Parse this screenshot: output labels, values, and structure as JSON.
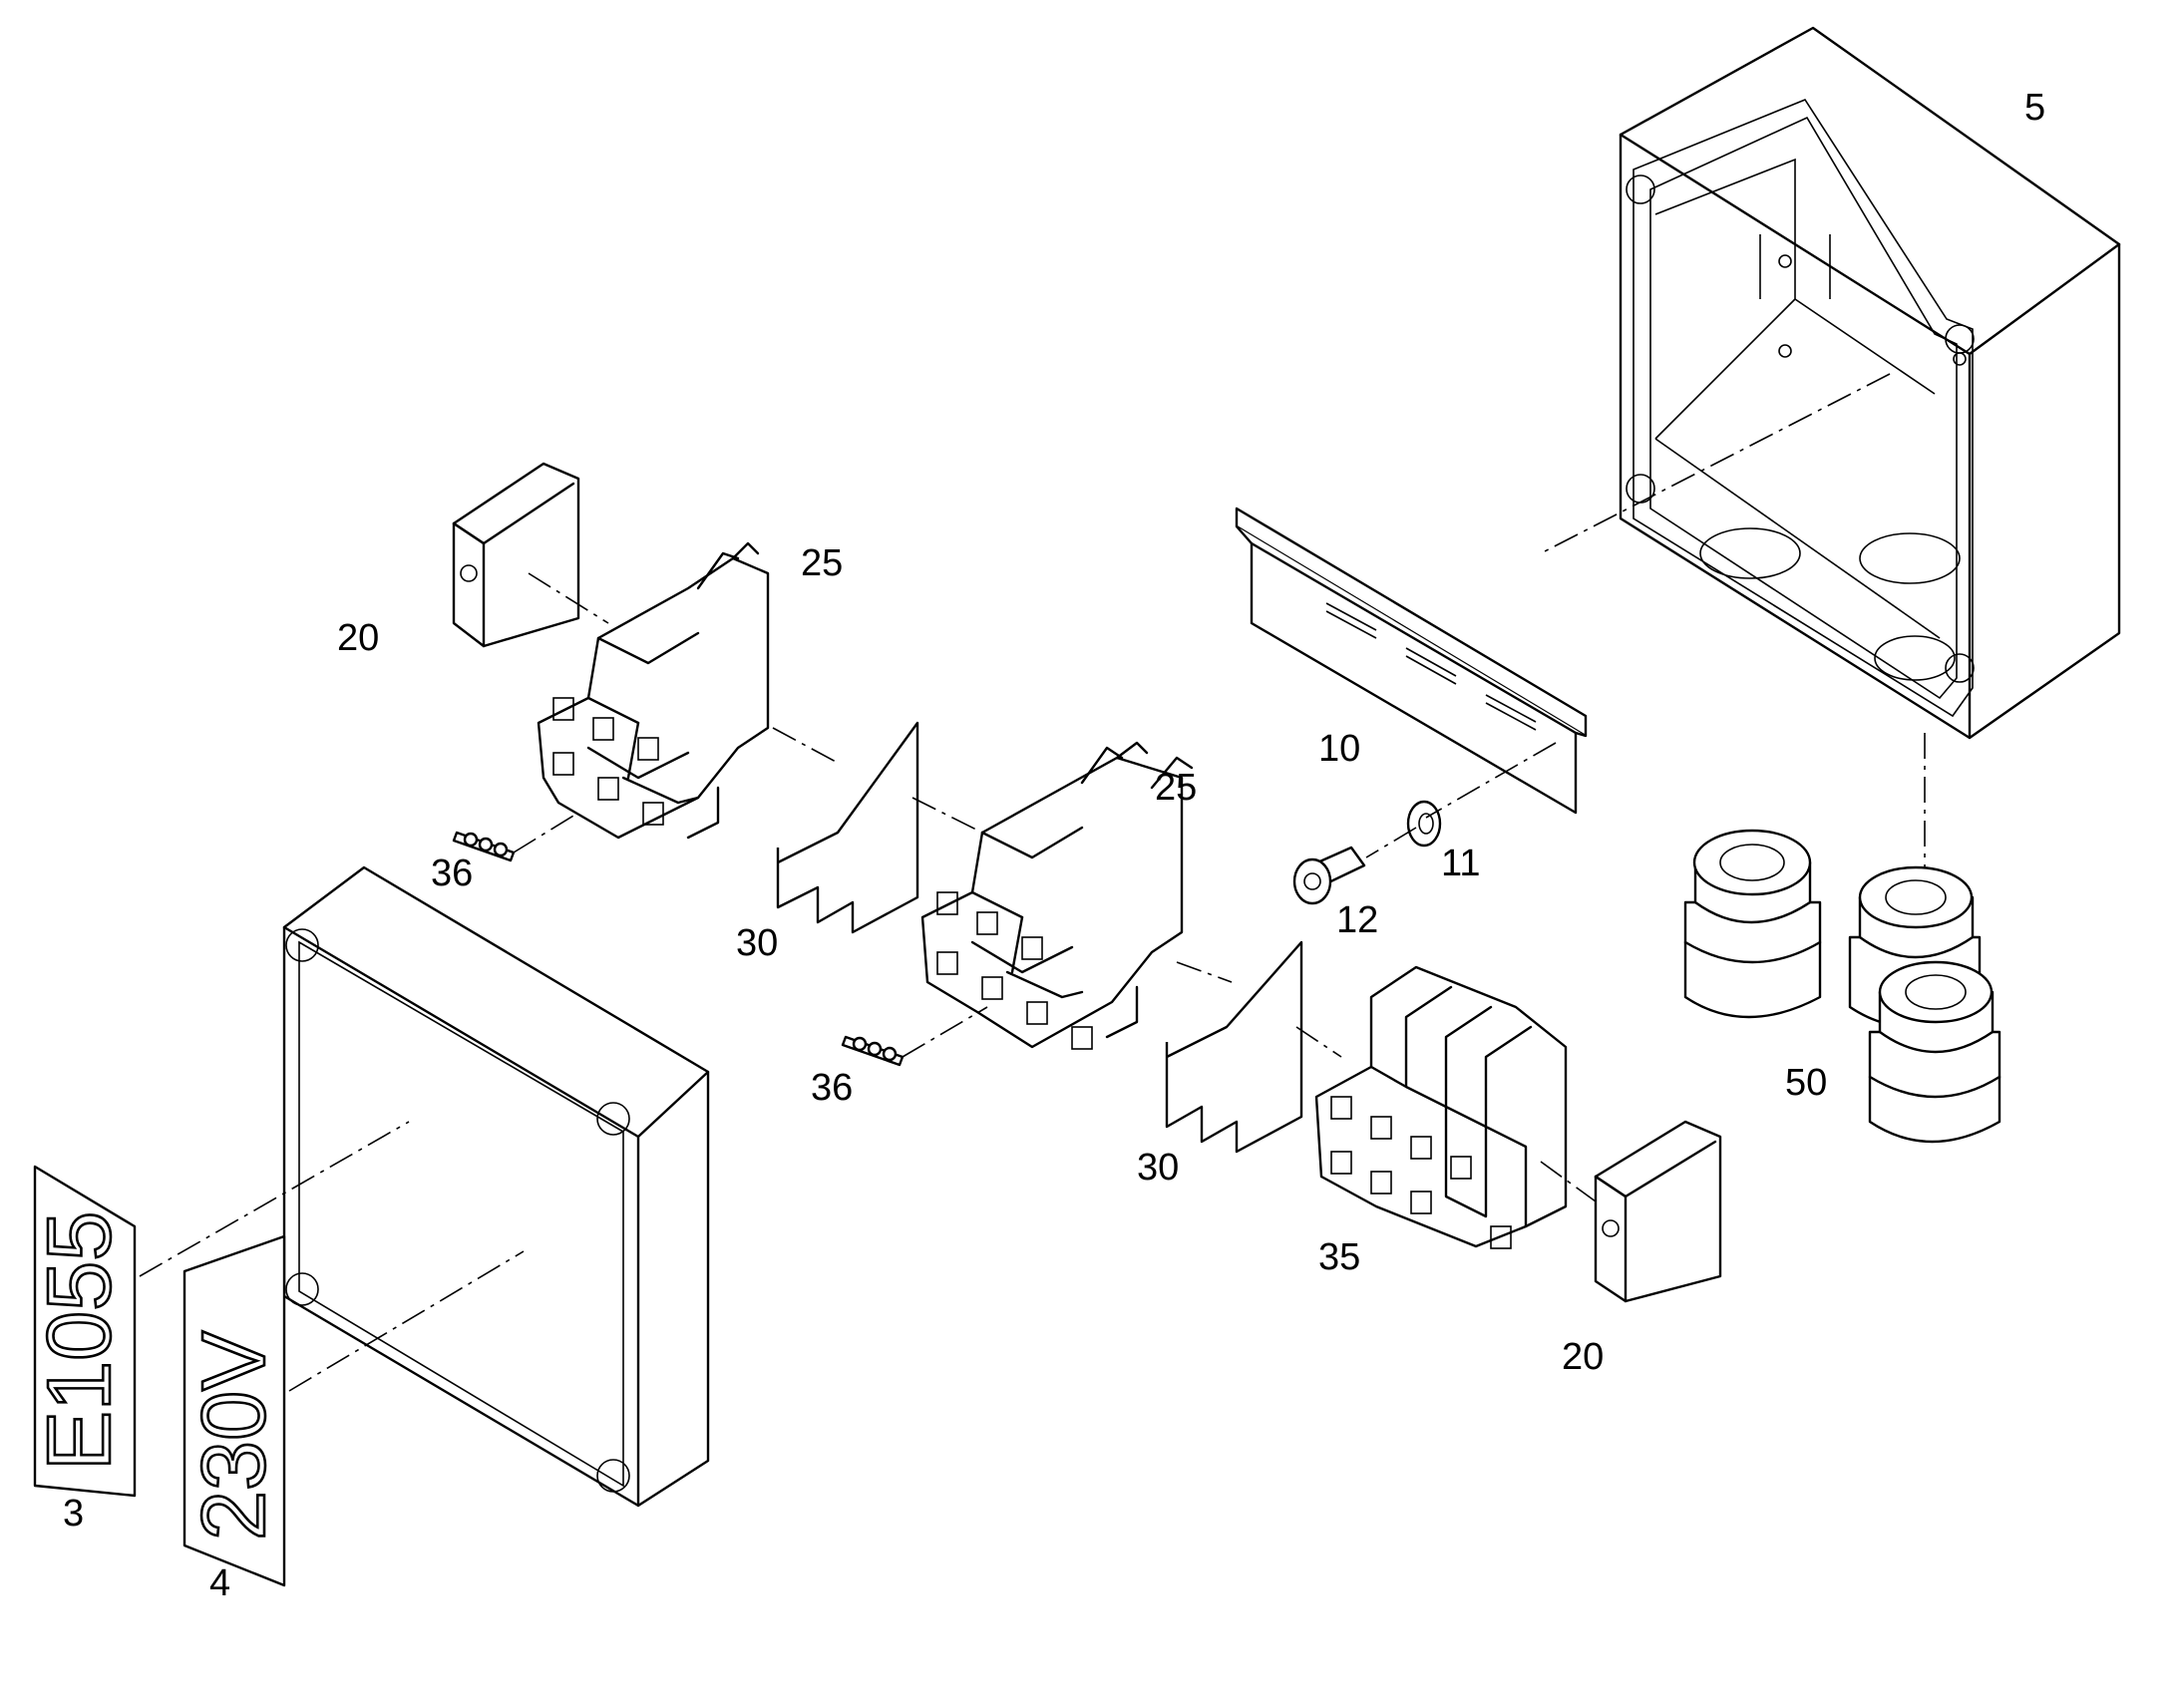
{
  "labels": {
    "p5": "5",
    "p20a": "20",
    "p25a": "25",
    "p25b": "25",
    "p10": "10",
    "p11": "11",
    "p12": "12",
    "p36a": "36",
    "p36b": "36",
    "p30a": "30",
    "p30b": "30",
    "p50": "50",
    "p35": "35",
    "p20b": "20",
    "p3": "3",
    "p4": "4"
  },
  "plates": {
    "code": "E1055",
    "voltage": "230V"
  }
}
